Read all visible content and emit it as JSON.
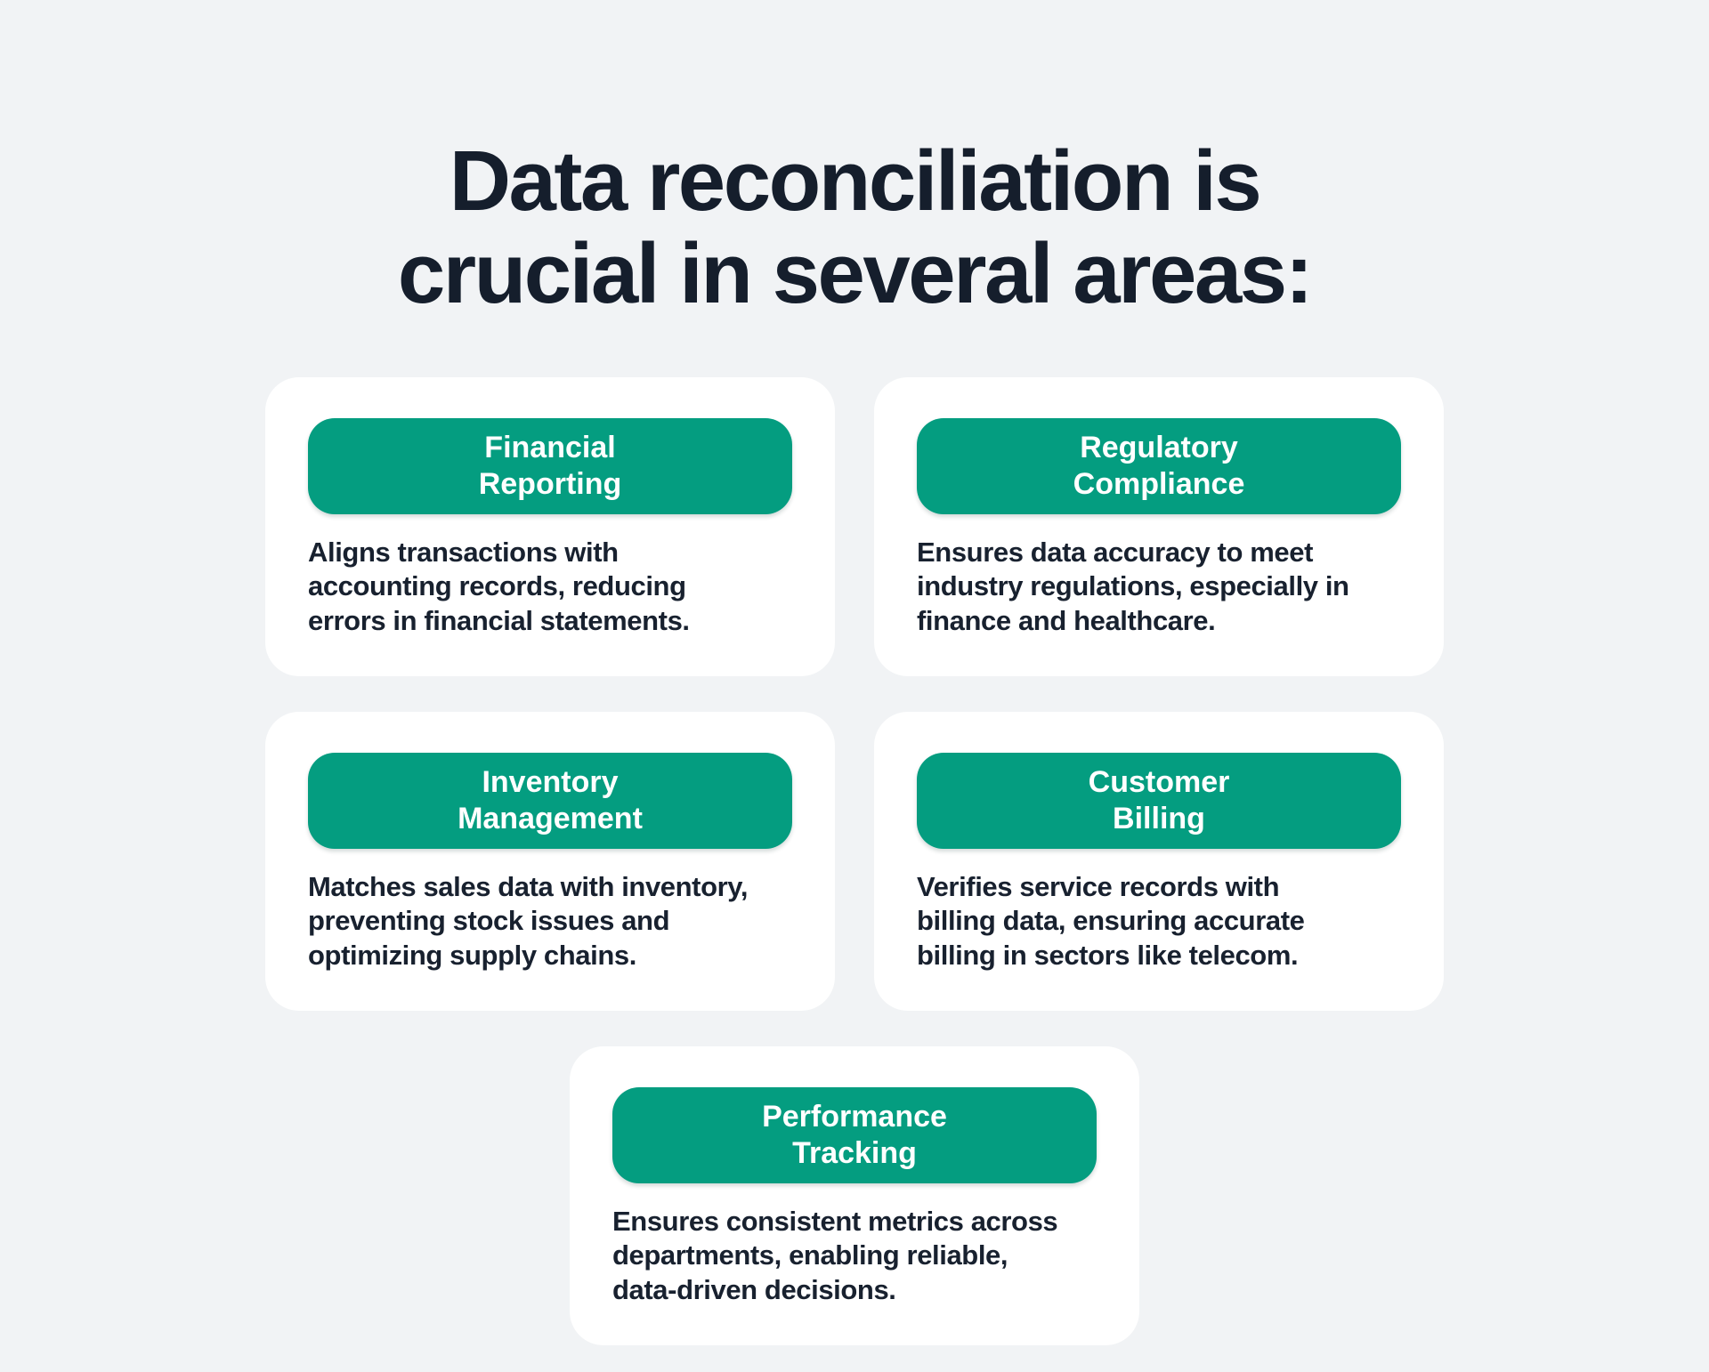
{
  "title": "Data reconciliation is\ncrucial in several areas:",
  "colors": {
    "background": "#F1F3F5",
    "card": "#FFFFFF",
    "accent_green": "#049D80",
    "text_dark": "#18212F",
    "pill_text": "#FFFFFF"
  },
  "cards": [
    {
      "label": "Financial\nReporting",
      "description": "Aligns transactions with\naccounting records, reducing\nerrors in financial statements."
    },
    {
      "label": "Regulatory\nCompliance",
      "description": "Ensures data accuracy to meet\nindustry regulations, especially in\nfinance and healthcare."
    },
    {
      "label": "Inventory\nManagement",
      "description": "Matches sales data with inventory,\npreventing stock issues and\noptimizing supply chains."
    },
    {
      "label": "Customer\nBilling",
      "description": "Verifies service records with\nbilling data, ensuring accurate\nbilling in sectors like telecom."
    },
    {
      "label": "Performance\nTracking",
      "description": "Ensures consistent metrics across\ndepartments, enabling reliable,\ndata-driven decisions."
    }
  ]
}
